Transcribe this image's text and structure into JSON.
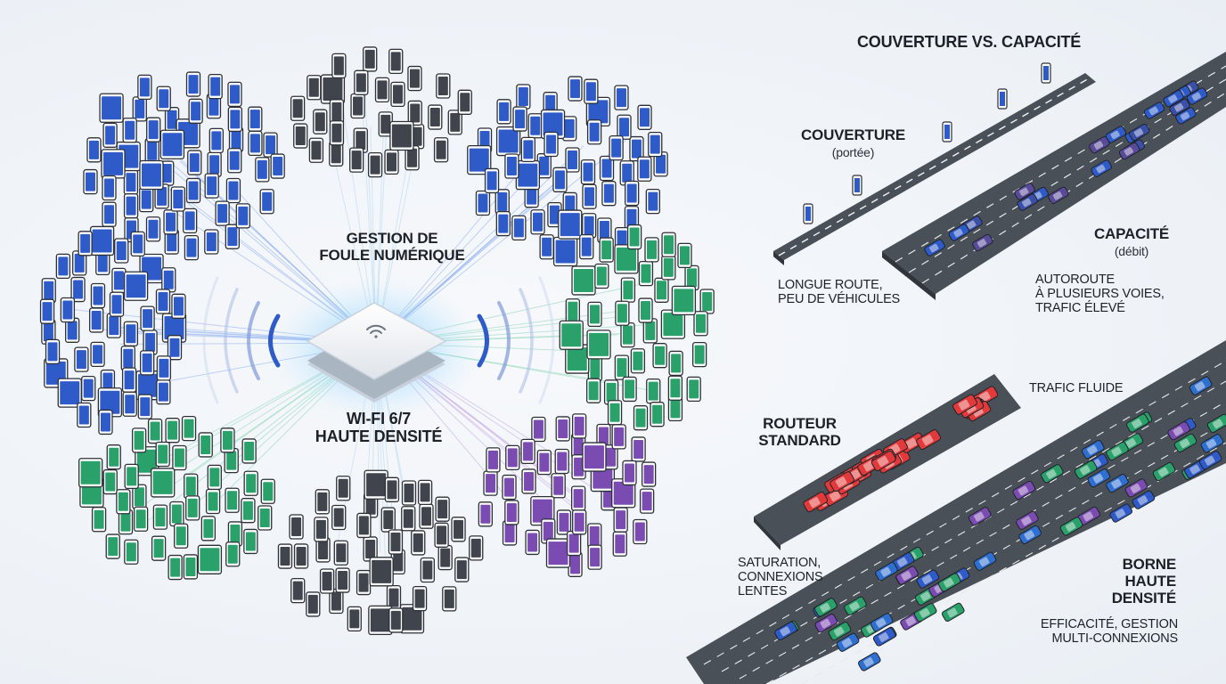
{
  "hub": {
    "title_line1": "GESTION DE",
    "title_line2": "FOULE NUMÉRIQUE",
    "subtitle_line1": "WI-FI 6/7",
    "subtitle_line2": "HAUTE DENSITÉ",
    "icon": "wifi-icon"
  },
  "clusters": [
    {
      "id": "top-left",
      "color": "#2f5bc9"
    },
    {
      "id": "top",
      "color": "#3f444d"
    },
    {
      "id": "top-right",
      "color": "#2f5bc9"
    },
    {
      "id": "left",
      "color": "#2f5bc9"
    },
    {
      "id": "right",
      "color": "#2aa06a"
    },
    {
      "id": "bottom-left",
      "color": "#2aa06a"
    },
    {
      "id": "bottom",
      "color": "#3f444d"
    },
    {
      "id": "bottom-right",
      "color": "#7a4bb0"
    }
  ],
  "comparison": {
    "title": "COUVERTURE VS. CAPACITÉ",
    "coverage": {
      "label": "COUVERTURE",
      "note": "(portée)",
      "caption_line1": "LONGUE ROUTE,",
      "caption_line2": "PEU DE VÉHICULES"
    },
    "capacity": {
      "label": "CAPACITÉ",
      "note": "(débit)",
      "caption_line1": "AUTOROUTE",
      "caption_line2": "À PLUSIEURS VOIES,",
      "caption_line3": "TRAFIC ÉLEVÉ"
    }
  },
  "routers": {
    "standard": {
      "label_line1": "ROUTEUR",
      "label_line2": "STANDARD",
      "caption_line1": "SATURATION,",
      "caption_line2": "CONNEXIONS",
      "caption_line3": "LENTES",
      "vehicle_color": "#e23a3a"
    },
    "flow_label": "TRAFIC FLUIDE",
    "high_density": {
      "label_line1": "BORNE",
      "label_line2": "HAUTE",
      "label_line3": "DENSITÉ",
      "caption_line1": "EFFICACITÉ, GESTION",
      "caption_line2": "MULTI-CONNEXIONS"
    }
  },
  "colors": {
    "blue": "#2f5bc9",
    "green": "#2aa06a",
    "purple": "#7a4bb0",
    "red": "#e23a3a",
    "dark": "#3f444d",
    "road": "#4a5058",
    "glow": "#5ab8ff"
  }
}
